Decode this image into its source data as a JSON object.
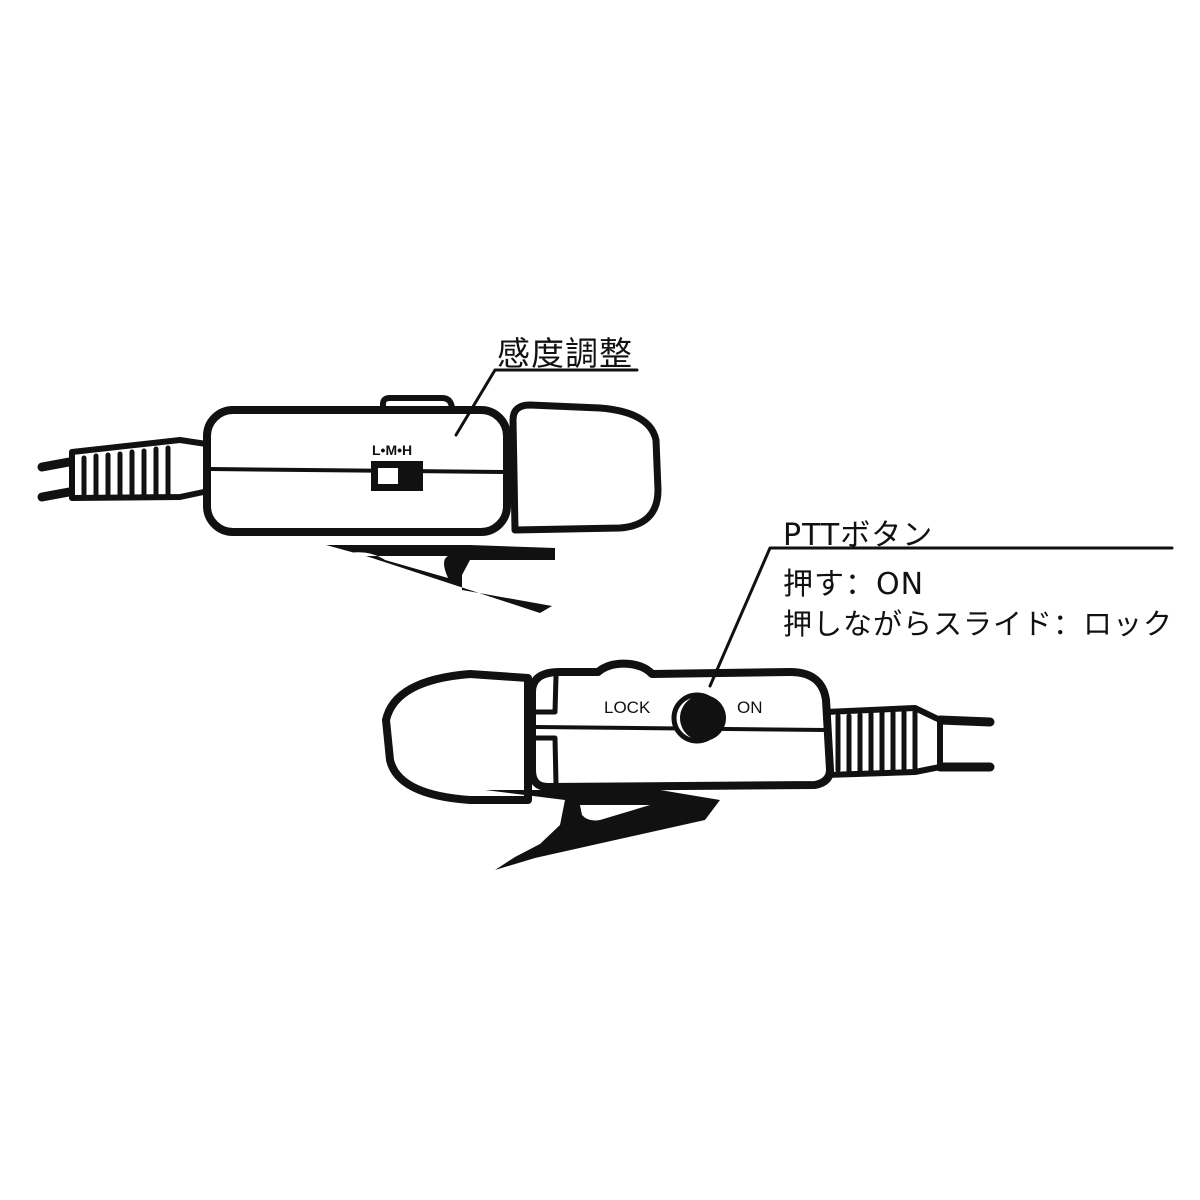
{
  "top_device": {
    "callout_title": "感度調整",
    "switch_label": "L•M•H"
  },
  "bottom_device": {
    "callout_title": "PTTボタン",
    "callout_line1": "押す：ON",
    "callout_line2": "押しながらスライド：ロック",
    "lock_label": "LOCK",
    "on_label": "ON"
  },
  "colors": {
    "ink": "#111111",
    "paper": "#ffffff"
  }
}
